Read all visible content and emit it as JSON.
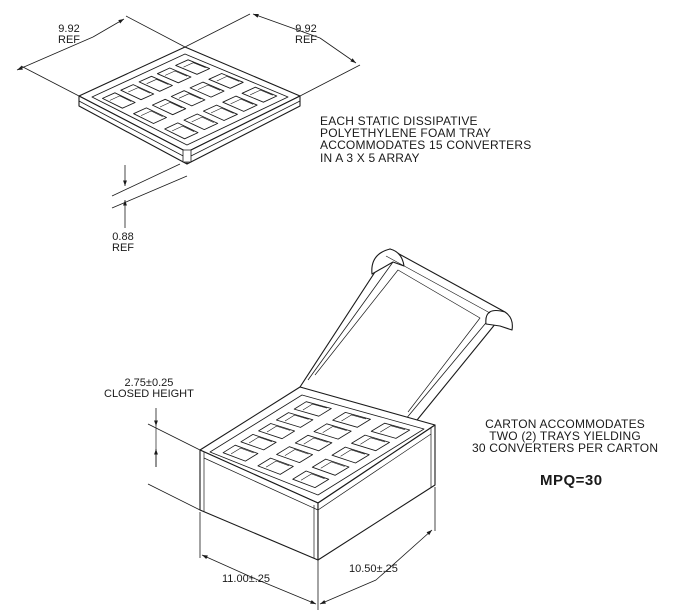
{
  "colors": {
    "line": "#1a1a1a",
    "paper": "#ffffff"
  },
  "tray": {
    "width_dim": {
      "value": "9.92",
      "ref": "REF"
    },
    "depth_dim": {
      "value": "9.92",
      "ref": "REF"
    },
    "thickness_dim": {
      "value": "0.88",
      "ref": "REF"
    },
    "note_lines": [
      "EACH STATIC DISSIPATIVE",
      "POLYETHYLENE FOAM TRAY",
      "ACCOMMODATES 15 CONVERTERS",
      "IN A 3 X 5 ARRAY"
    ]
  },
  "carton": {
    "height_dim": {
      "value": "2.75±0.25",
      "label": "CLOSED HEIGHT"
    },
    "length_dim": "11.00±.25",
    "width_dim": "10.50±.25",
    "note_lines": [
      "CARTON ACCOMMODATES",
      "TWO (2) TRAYS YIELDING",
      "30 CONVERTERS PER CARTON"
    ],
    "mpq": "MPQ=30"
  }
}
